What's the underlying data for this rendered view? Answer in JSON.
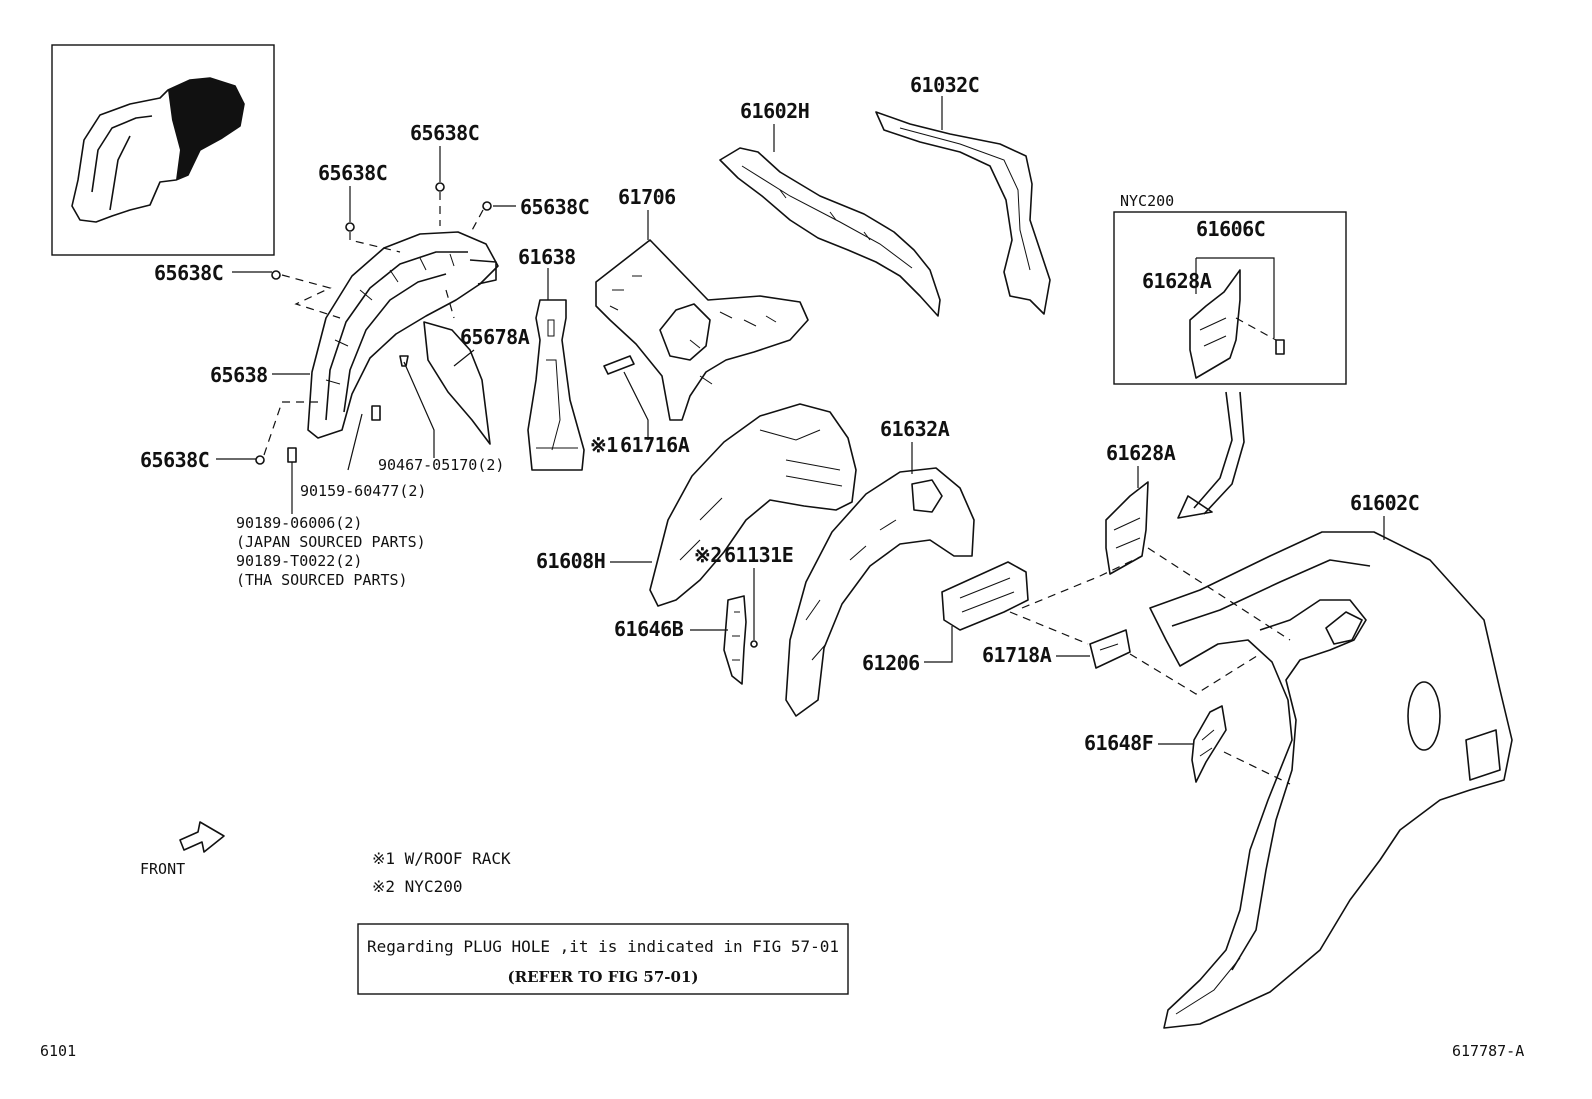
{
  "inset_box": {
    "label": "NYC200"
  },
  "callouts": {
    "c_65638C_a": "65638C",
    "c_65638C_b": "65638C",
    "c_65638C_c": "65638C",
    "c_65638C_d": "65638C",
    "c_65638C_e": "65638C",
    "c_65638": "65638",
    "c_65678A": "65678A",
    "c_61638": "61638",
    "c_61706": "61706",
    "c_61716A": "61716A",
    "c_61602H": "61602H",
    "c_61032C": "61032C",
    "c_61606C": "61606C",
    "c_61628A_inset": "61628A",
    "c_61628A": "61628A",
    "c_61632A": "61632A",
    "c_61602C": "61602C",
    "c_61608H": "61608H",
    "c_61131E": "61131E",
    "c_61646B": "61646B",
    "c_61206": "61206",
    "c_61718A": "61718A",
    "c_61648F": "61648F"
  },
  "marks": {
    "mark1": "※1",
    "mark2": "※2"
  },
  "fasteners": {
    "f_90467": "90467-05170(2)",
    "f_90159": "90159-60477(2)",
    "f_90189_a": "90189-06006(2)",
    "f_japan": "(JAPAN SOURCED PARTS)",
    "f_90189_b": "90189-T0022(2)",
    "f_tha": "(THA SOURCED PARTS)"
  },
  "front_label": "FRONT",
  "footnotes": {
    "n1": "※1 W/ROOF RACK",
    "n2": "※2 NYC200"
  },
  "info_box": {
    "line1": "Regarding PLUG HOLE ,it is indicated in FIG 57-01",
    "line2": "(REFER TO FIG 57-01)"
  },
  "page_code": "6101",
  "figure_code": "617787-A"
}
